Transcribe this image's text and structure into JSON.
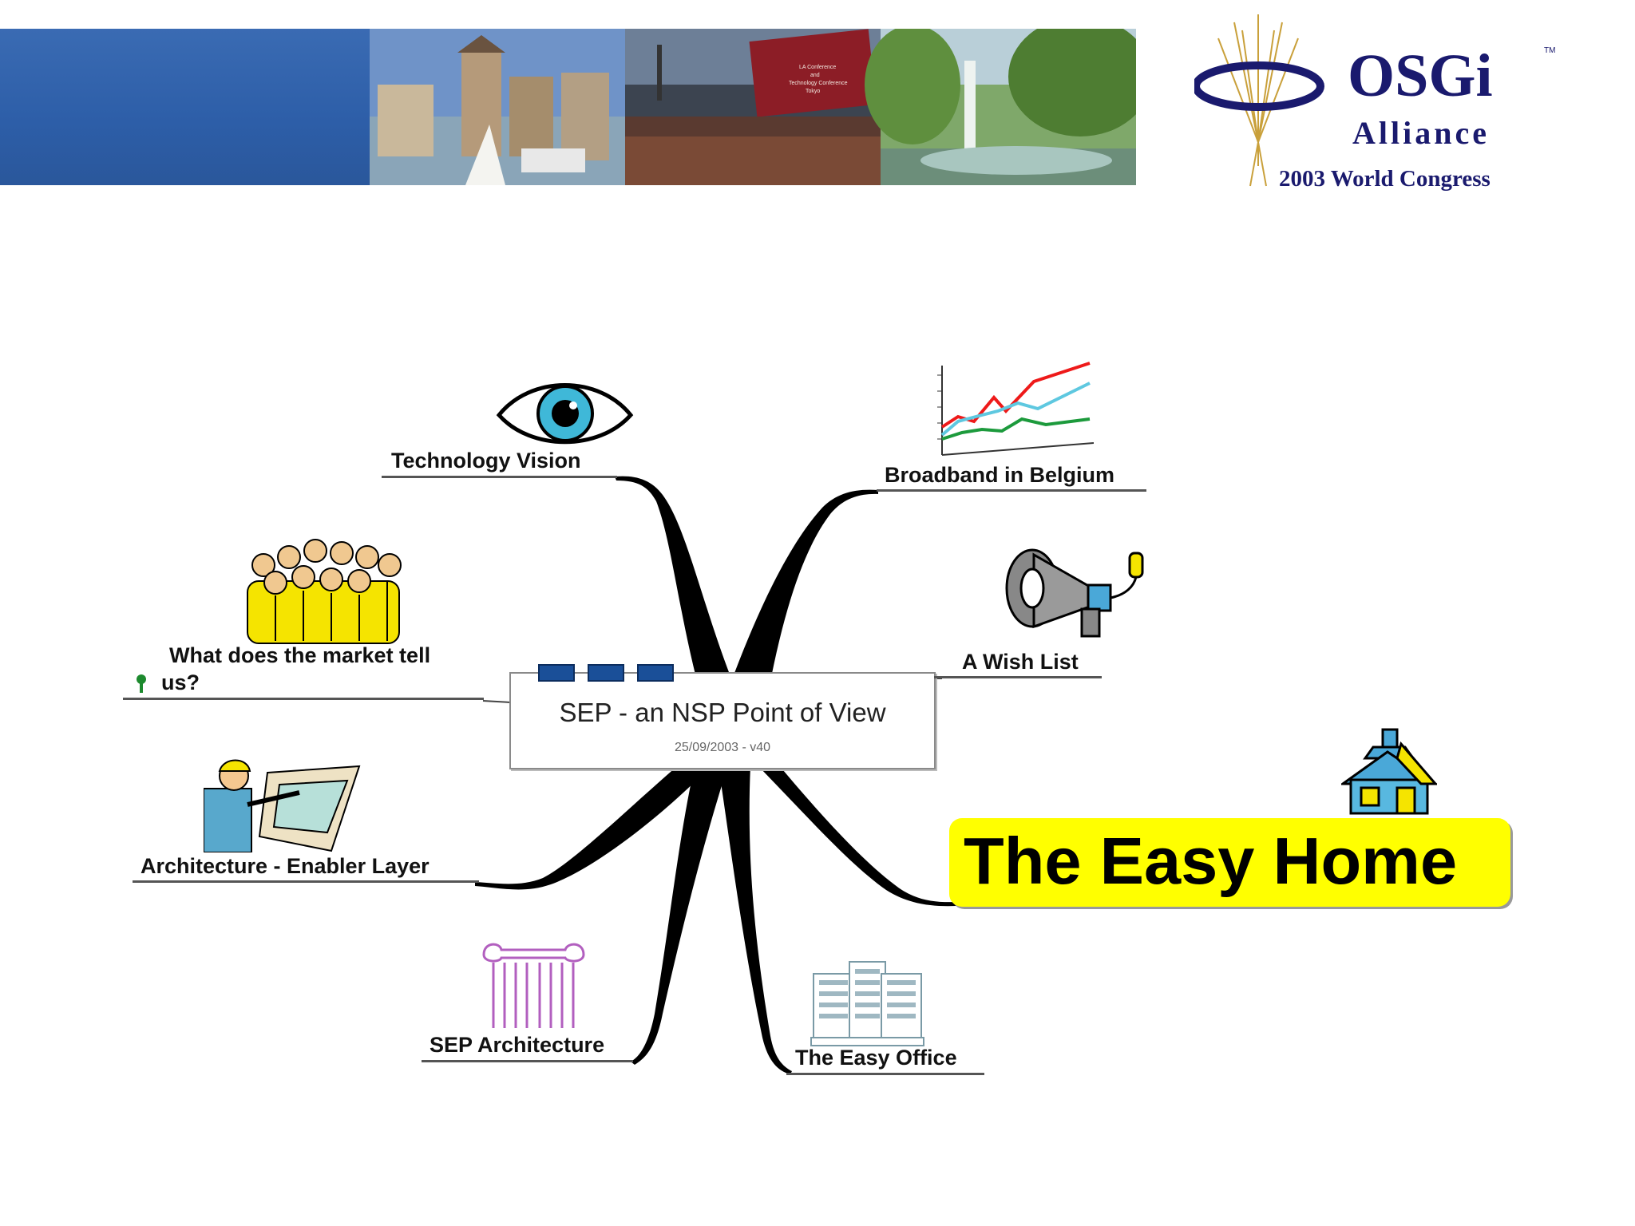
{
  "logo": {
    "brand": "OSGi",
    "line2": "Alliance",
    "line3": "2003 World Congress",
    "trademark": "TM",
    "colors": {
      "navy": "#1a1a6e",
      "gold": "#c9a03a"
    }
  },
  "banner": {
    "bar_color": "#2f60aa",
    "photos": [
      "city-tower-photo",
      "event-screen-photo",
      "park-fountain-photo"
    ],
    "screen_text": [
      "LA Conference",
      "and",
      "Technology Conference",
      "Tokyo"
    ]
  },
  "map": {
    "center": {
      "title": "SEP - an NSP Point of View",
      "subtitle": "25/09/2003 - v40"
    },
    "branches": {
      "technology_vision": "Technology Vision",
      "market": "What does the market tell",
      "market_line2": "us?",
      "architecture_enabler": "Architecture - Enabler Layer",
      "sep_architecture": "SEP Architecture",
      "easy_office": "The Easy Office",
      "easy_home": "The Easy Home",
      "wish_list": "A Wish List",
      "broadband": "Broadband in Belgium"
    },
    "icons": [
      "eye-icon",
      "people-crowd-icon",
      "architect-icon",
      "column-icon",
      "office-building-icon",
      "house-icon",
      "megaphone-icon",
      "line-chart-icon"
    ],
    "highlight_color": "#ffff00"
  }
}
